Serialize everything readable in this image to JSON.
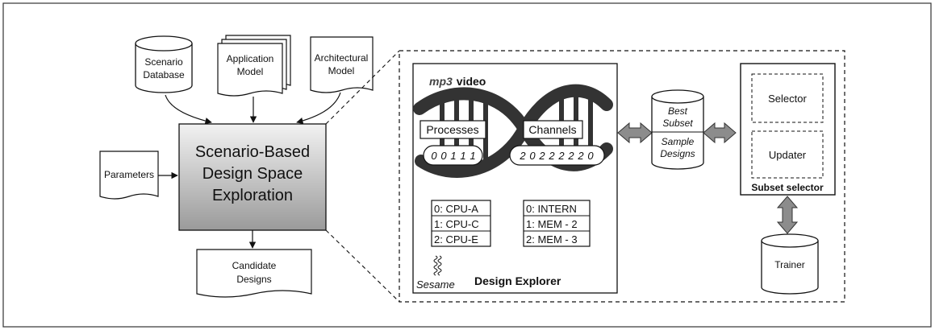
{
  "inputs": {
    "scenario_database": [
      "Scenario",
      "Database"
    ],
    "application_model": [
      "Application",
      "Model"
    ],
    "architectural_model": [
      "Architectural",
      "Model"
    ],
    "parameters": "Parameters"
  },
  "core": {
    "title_lines": [
      "Scenario-Based",
      "Design Space",
      "Exploration"
    ]
  },
  "output": {
    "candidate_designs": [
      "Candidate",
      "Designs"
    ]
  },
  "design_explorer": {
    "mp3": "mp3",
    "video": "video",
    "processes_label": "Processes",
    "channels_label": "Channels",
    "process_chromosome": [
      "0",
      "0",
      "1",
      "1",
      "1"
    ],
    "channel_chromosome": [
      "2",
      "0",
      "2",
      "2",
      "2",
      "2",
      "2",
      "0"
    ],
    "cpu_list": [
      "0: CPU-A",
      "1: CPU-C",
      "2: CPU-E"
    ],
    "mem_list": [
      "0: INTERN",
      "1: MEM - 2",
      "2: MEM - 3"
    ],
    "sesame_label": "Sesame",
    "title": "Design Explorer"
  },
  "database": {
    "best_subset": [
      "Best",
      "Subset"
    ],
    "sample_designs": [
      "Sample",
      "Designs"
    ]
  },
  "subset_selector": {
    "selector": "Selector",
    "updater": "Updater",
    "title": "Subset selector"
  },
  "trainer": "Trainer",
  "colors": {
    "stroke": "#111111",
    "gradient_top": "#f2f2f2",
    "gradient_bottom": "#9a9a9a",
    "helix": "#333333",
    "arrow_fill": "#8c8c8c"
  }
}
